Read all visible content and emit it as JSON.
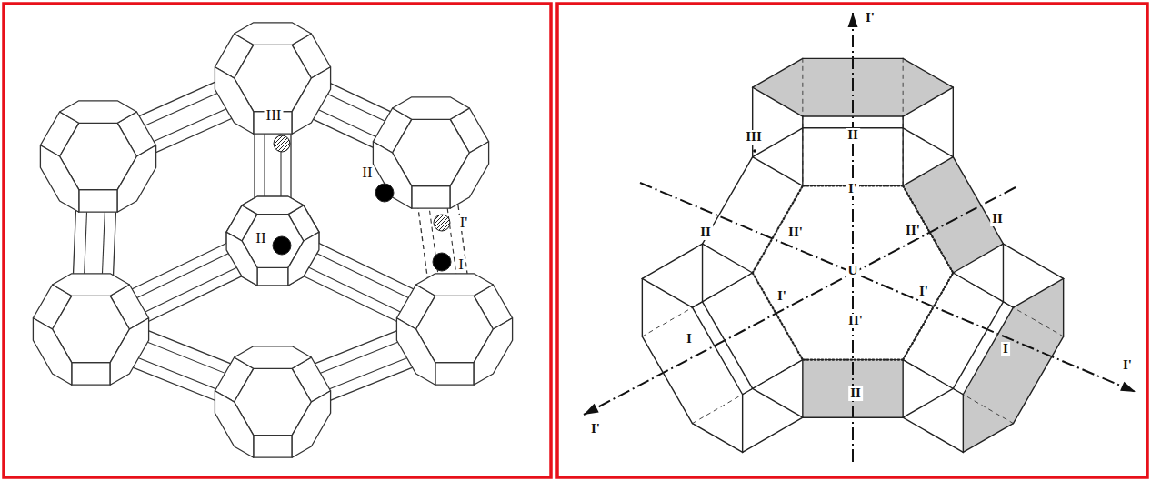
{
  "diagram": {
    "labels": [
      "III",
      "II",
      "II",
      "I'",
      "I",
      "I'",
      "III",
      "II",
      "I'",
      "II",
      "II",
      "II'",
      "II'",
      "U",
      "I'",
      "I'",
      "II'",
      "I",
      "I",
      "I'",
      "II",
      "I'"
    ]
  }
}
